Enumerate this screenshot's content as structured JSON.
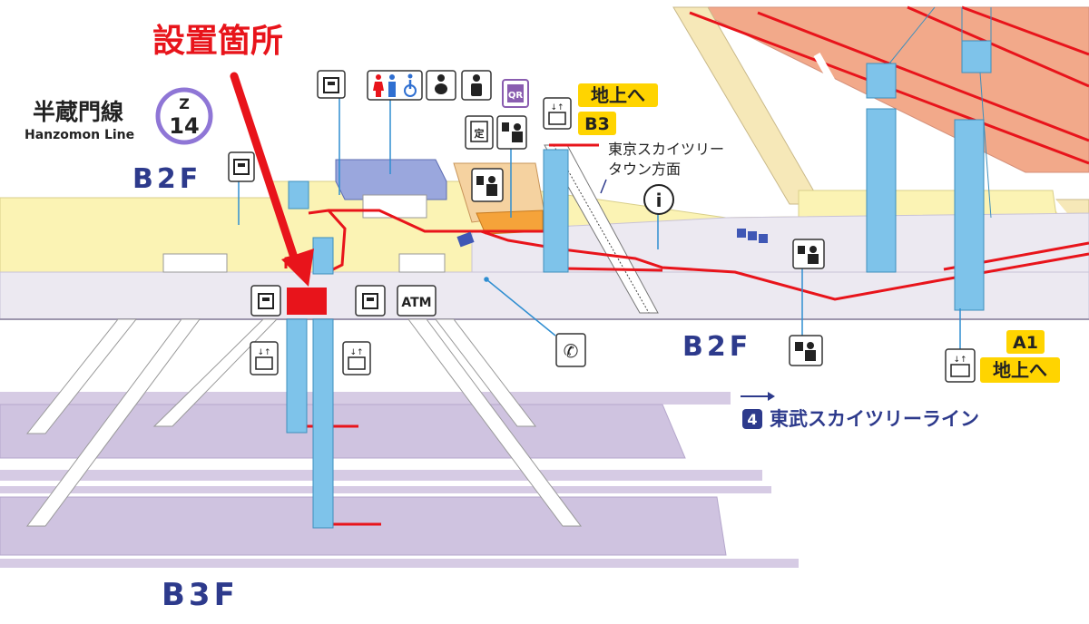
{
  "colors": {
    "accent_red": "#e8141b",
    "floor_b2_yellow": "#fbf3b4",
    "concourse_lavender": "#ece9f1",
    "platform_purple": "#d6cbe4",
    "elevator_blue": "#7ec3ea",
    "salmon_area": "#f2a98a",
    "line_navy": "#2d3a8c",
    "label_yellow": "#ffd400",
    "qr_purple": "#8a5db0"
  },
  "callout": {
    "title": "設置箇所"
  },
  "station": {
    "name_ja": "半蔵門線",
    "name_en": "Hanzomon Line",
    "code_letter": "Z",
    "code_number": "14",
    "line_color": "#8f76d6"
  },
  "floors": {
    "b2f_left": "B2F",
    "b2f_mid": "B2F",
    "b3f": "B3F"
  },
  "exits": {
    "b3_upper_label": "地上へ",
    "b3_code": "B3",
    "a1_code": "A1",
    "a1_label": "地上へ"
  },
  "directions": {
    "skytree_town": "東京スカイツリー\nタウン方面",
    "skytree_town_line1": "東京スカイツリー",
    "skytree_town_line2": "タウン方面",
    "tobu_line_number": "4",
    "tobu_line": "東武スカイツリーライン"
  },
  "icons": {
    "atm": "ATM",
    "qr": "QR",
    "teiki": "定",
    "info": "i"
  }
}
